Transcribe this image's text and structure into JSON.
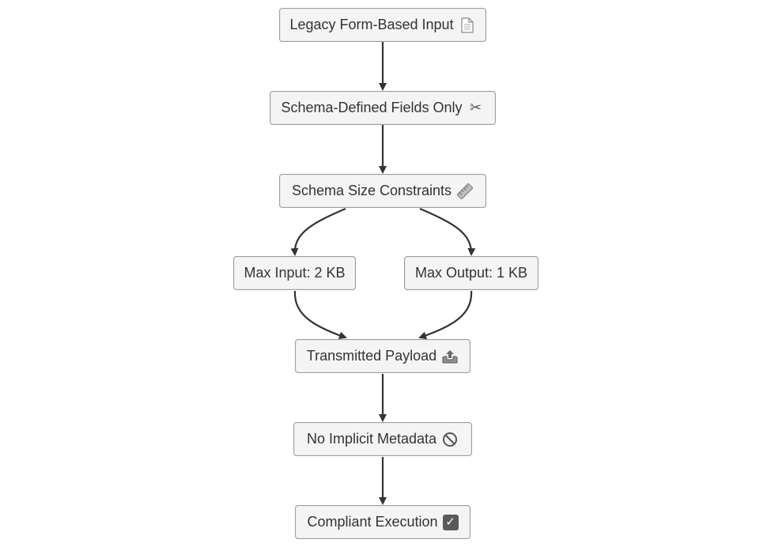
{
  "nodes": {
    "legacy_input": {
      "label": "Legacy Form-Based Input",
      "icon": "document-icon"
    },
    "schema_fields": {
      "label": "Schema-Defined Fields Only",
      "icon": "scissors-icon"
    },
    "size_constraints": {
      "label": "Schema Size Constraints",
      "icon": "ruler-icon"
    },
    "max_input": {
      "label": "Max Input: 2 KB"
    },
    "max_output": {
      "label": "Max Output: 1 KB"
    },
    "payload": {
      "label": "Transmitted Payload",
      "icon": "outbox-tray-icon"
    },
    "no_metadata": {
      "label": "No Implicit Metadata",
      "icon": "prohibited-icon"
    },
    "compliant": {
      "label": "Compliant Execution",
      "icon": "check-box-icon"
    }
  },
  "edges": [
    {
      "from": "legacy_input",
      "to": "schema_fields"
    },
    {
      "from": "schema_fields",
      "to": "size_constraints"
    },
    {
      "from": "size_constraints",
      "to": "max_input"
    },
    {
      "from": "size_constraints",
      "to": "max_output"
    },
    {
      "from": "max_input",
      "to": "payload"
    },
    {
      "from": "max_output",
      "to": "payload"
    },
    {
      "from": "payload",
      "to": "no_metadata"
    },
    {
      "from": "no_metadata",
      "to": "compliant"
    }
  ],
  "colors": {
    "node_fill": "#f4f4f4",
    "node_border": "#9e9e9e",
    "edge": "#333333",
    "text": "#333333"
  }
}
